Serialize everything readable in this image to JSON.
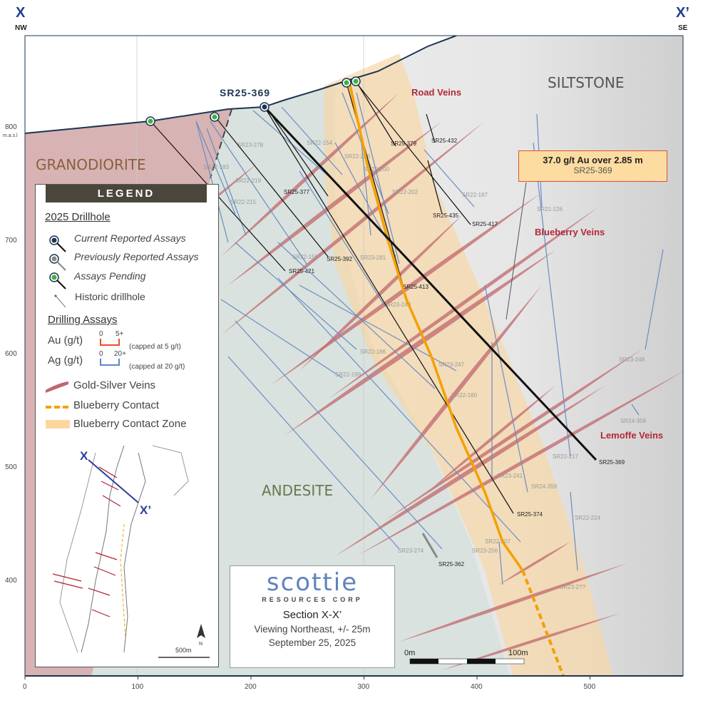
{
  "header": {
    "left_label": "X",
    "left_dir": "NW",
    "right_label": "X’",
    "right_dir": "SE"
  },
  "axes": {
    "x_ticks": [
      "0",
      "100",
      "200",
      "300",
      "400",
      "500"
    ],
    "y_ticks": [
      "800",
      "700",
      "600",
      "500",
      "400"
    ],
    "y_unit": "m.a.s.l"
  },
  "units": {
    "granodiorite": "GRANODIORITE",
    "andesite": "ANDESITE",
    "siltstone": "SILTSTONE"
  },
  "vein_labels": {
    "road": "Road Veins",
    "blueberry": "Blueberry Veins",
    "lemoffe": "Lemoffe Veins"
  },
  "featured_hole": "SR25-369",
  "callout": {
    "line1": "37.0 g/t Au over 2.85 m",
    "line2": "SR25-369"
  },
  "drillholes": [
    "SR23-278",
    "SR22-154",
    "SR22-226",
    "SR25-379",
    "SR25-432",
    "SR22-183",
    "SR22-219",
    "SR22-200",
    "SR22-202",
    "SR22-187",
    "SR22-215",
    "SR25-377",
    "SR25-435",
    "SR25-417",
    "SR21-126",
    "SR22-156",
    "SR25-392",
    "SR23-281",
    "SR25-421",
    "SR25-413",
    "SR23-249",
    "SR22-186",
    "SR23-247",
    "SR22-199",
    "SR22-180",
    "SR23-248",
    "SR24-358",
    "SR22-217",
    "SR25-369",
    "SR23-241",
    "SR24-359",
    "SR25-374",
    "SR22-224",
    "SR22-207",
    "SR23-274",
    "SR23-256",
    "SR25-362",
    "SR23-2??"
  ],
  "legend": {
    "title": "LEGEND",
    "drillhole_heading": "2025 Drillhole",
    "current": "Current Reported Assays",
    "previous": "Previously Reported Assays",
    "pending": "Assays Pending",
    "historic": "Historic drillhole",
    "assays_heading": "Drilling Assays",
    "au": "Au (g/t)",
    "au_min": "0",
    "au_max": "5+",
    "au_note": "(capped at 5 g/t)",
    "ag": "Ag (g/t)",
    "ag_min": "0",
    "ag_max": "20+",
    "ag_note": "(capped at 20 g/t)",
    "veins": "Gold-Silver Veins",
    "contact": "Blueberry Contact",
    "zone": "Blueberry Contact Zone",
    "inset_x": "X",
    "inset_x2": "X’",
    "inset_scale": "500m",
    "north": "N"
  },
  "title_block": {
    "logo": "scottie",
    "logo_sub": "RESOURCES CORP",
    "section": "Section X-X’",
    "viewing": "Viewing Northeast, +/- 25m",
    "date": "September 25, 2025"
  },
  "scale_bar": {
    "start": "0m",
    "end": "100m"
  },
  "colors": {
    "granodiorite": "#d7b3b3",
    "andesite": "#d9e2de",
    "siltstone": "#ebebeb",
    "zone": "#f6dcb0",
    "contact": "#f5a000",
    "vein": "#c0676c",
    "au": "#f04a2c",
    "ag": "#5a88cc",
    "navy": "#1c3553"
  }
}
